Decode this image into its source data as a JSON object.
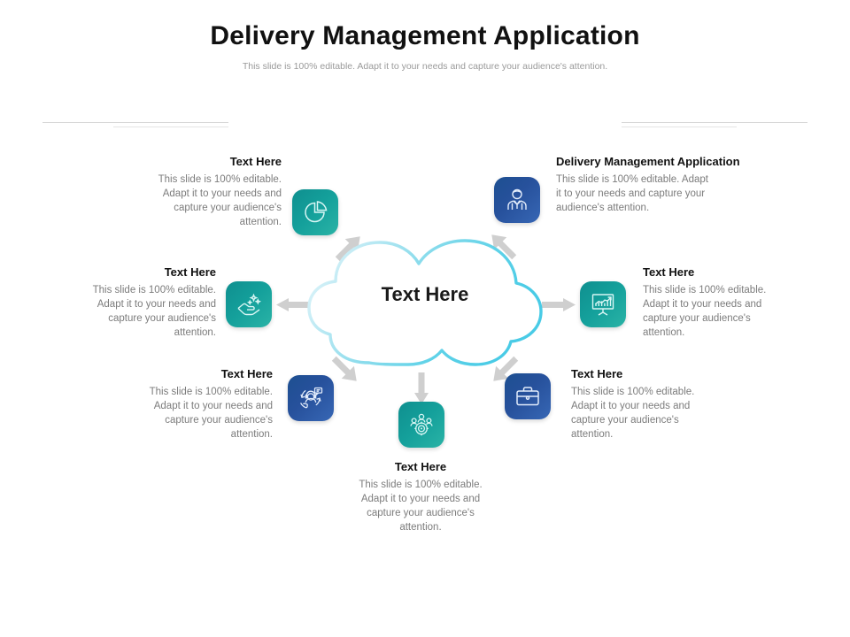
{
  "header": {
    "title": "Delivery Management Application",
    "subtitle": "This slide is 100% editable. Adapt it to your needs and capture your audience's attention."
  },
  "center": {
    "label": "Text Here",
    "shape": "cloud",
    "outline_color": "#6fd6ea",
    "fill_color": "#ffffff"
  },
  "colors": {
    "teal_tile": "#14a09b",
    "blue_tile": "#27519c",
    "heading": "#111111",
    "body_text": "#7c7c7c",
    "arrow": "#cfcfcf"
  },
  "body_text": "This slide is 100% editable. Adapt it to your needs and capture your audience's attention.",
  "nodes": [
    {
      "id": "top-left",
      "heading": "Text Here",
      "body": "This slide is 100% editable. Adapt it to your needs and capture your audience's attention.",
      "icon": "pie-chart-icon",
      "tile_color": "teal",
      "align": "right"
    },
    {
      "id": "top-right",
      "heading": "Delivery Management Application",
      "body": "This slide is 100% editable. Adapt it to your needs and capture your audience's attention.",
      "icon": "businessman-icon",
      "tile_color": "blue",
      "align": "left"
    },
    {
      "id": "middle-left",
      "heading": "Text Here",
      "body": "This slide is 100% editable. Adapt it to your needs and capture your audience's attention.",
      "icon": "hand-sparkle-icon",
      "tile_color": "teal",
      "align": "right"
    },
    {
      "id": "middle-right",
      "heading": "Text Here",
      "body": "This slide is 100% editable. Adapt it to your needs and capture your audience's attention.",
      "icon": "growth-chart-board-icon",
      "tile_color": "teal",
      "align": "left"
    },
    {
      "id": "bottom-left",
      "heading": "Text Here",
      "body": "This slide is 100% editable. Adapt it to your needs and capture your audience's attention.",
      "icon": "customer-support-icon",
      "tile_color": "blue",
      "align": "right"
    },
    {
      "id": "bottom-right",
      "heading": "Text Here",
      "body": "This slide is 100% editable. Adapt it to your needs and capture your audience's attention.",
      "icon": "briefcase-icon",
      "tile_color": "blue",
      "align": "left"
    },
    {
      "id": "bottom-center",
      "heading": "Text Here",
      "body": "This slide is 100% editable. Adapt it to your needs and capture your audience's attention.",
      "icon": "team-target-icon",
      "tile_color": "teal",
      "align": "center"
    }
  ]
}
